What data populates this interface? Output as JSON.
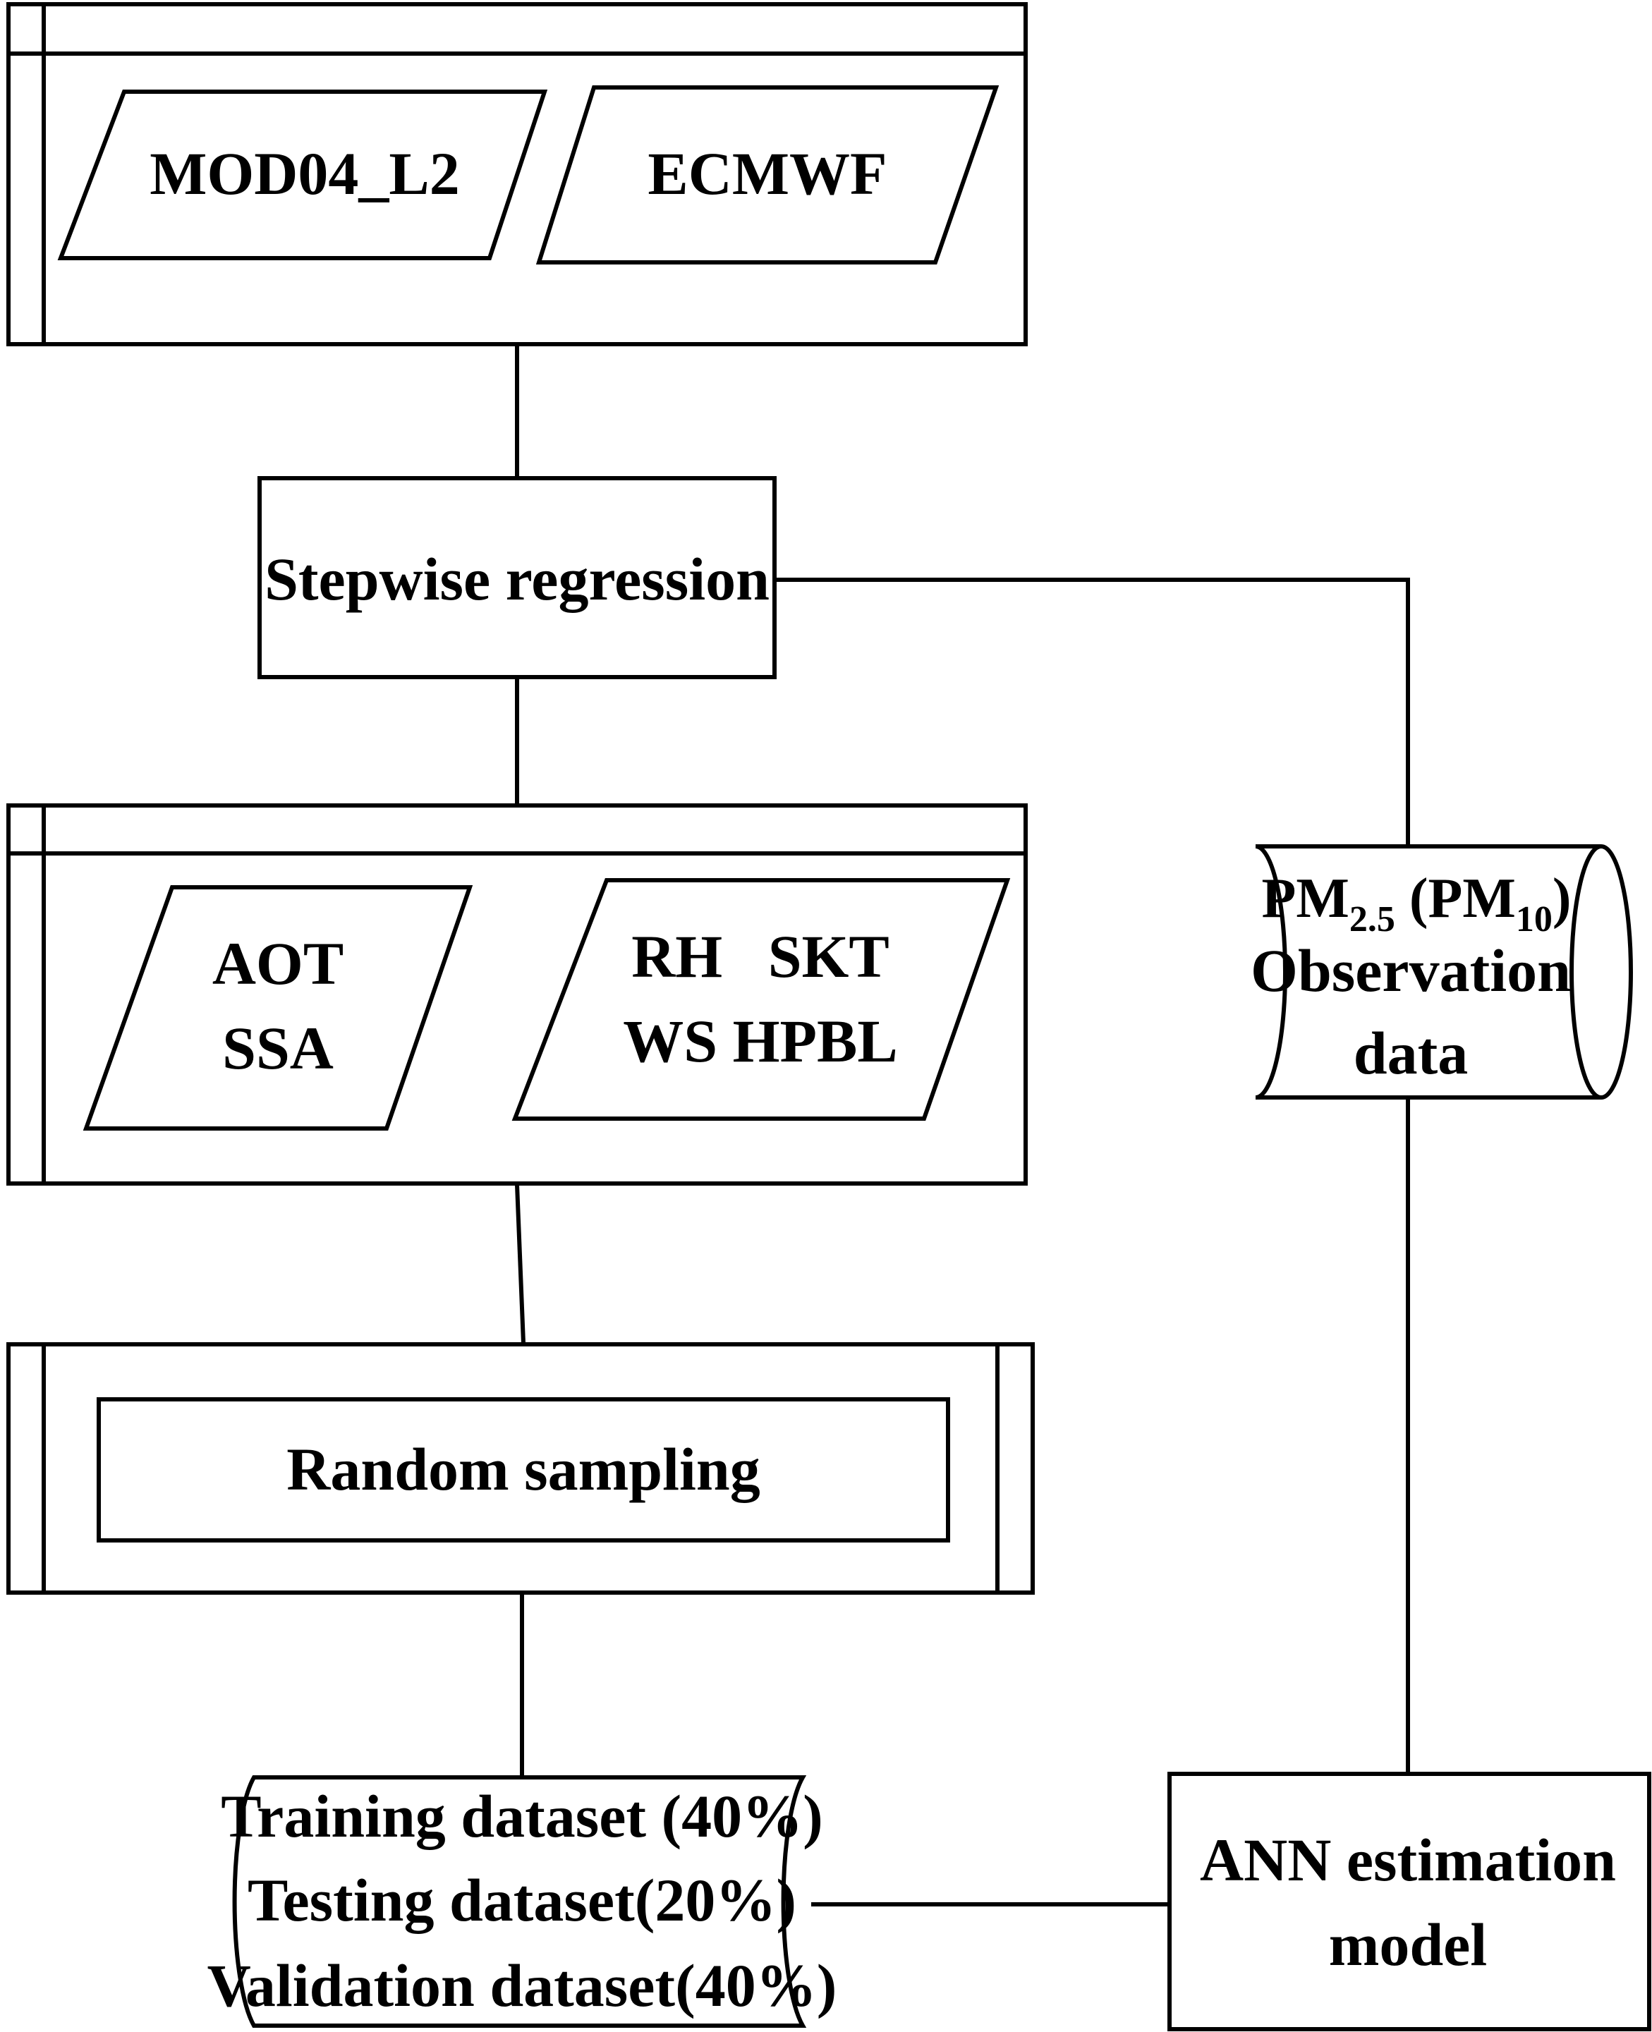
{
  "nodes": {
    "mod04": {
      "label": "MOD04_L2"
    },
    "ecmwf": {
      "label": "ECMWF"
    },
    "stepwise": {
      "label": "Stepwise regression"
    },
    "aot": {
      "line1": "AOT",
      "line2": "SSA"
    },
    "met": {
      "line1": "RH   SKT",
      "line2": "WS HPBL"
    },
    "random": {
      "label": "Random sampling"
    },
    "pm": {
      "pm_base_1": "PM",
      "pm_sub_1": "2.5",
      "pm_mid": " (PM",
      "pm_sub_2": "10",
      "pm_end": ")",
      "line2": "Observation",
      "line3": "data"
    },
    "datasets": {
      "line1": "Training dataset (40%)",
      "line2": "Testing dataset(20%)",
      "line3": "Validation dataset(40%)"
    },
    "ann": {
      "line1": "ANN estimation",
      "line2": "model"
    }
  },
  "edges": [
    {
      "from": "input-group",
      "to": "stepwise"
    },
    {
      "from": "stepwise",
      "to": "selected-group"
    },
    {
      "from": "selected-group",
      "to": "random"
    },
    {
      "from": "random",
      "to": "datasets"
    },
    {
      "from": "datasets",
      "to": "ann"
    },
    {
      "from": "pm",
      "to": "stepwise"
    },
    {
      "from": "pm",
      "to": "ann"
    }
  ]
}
